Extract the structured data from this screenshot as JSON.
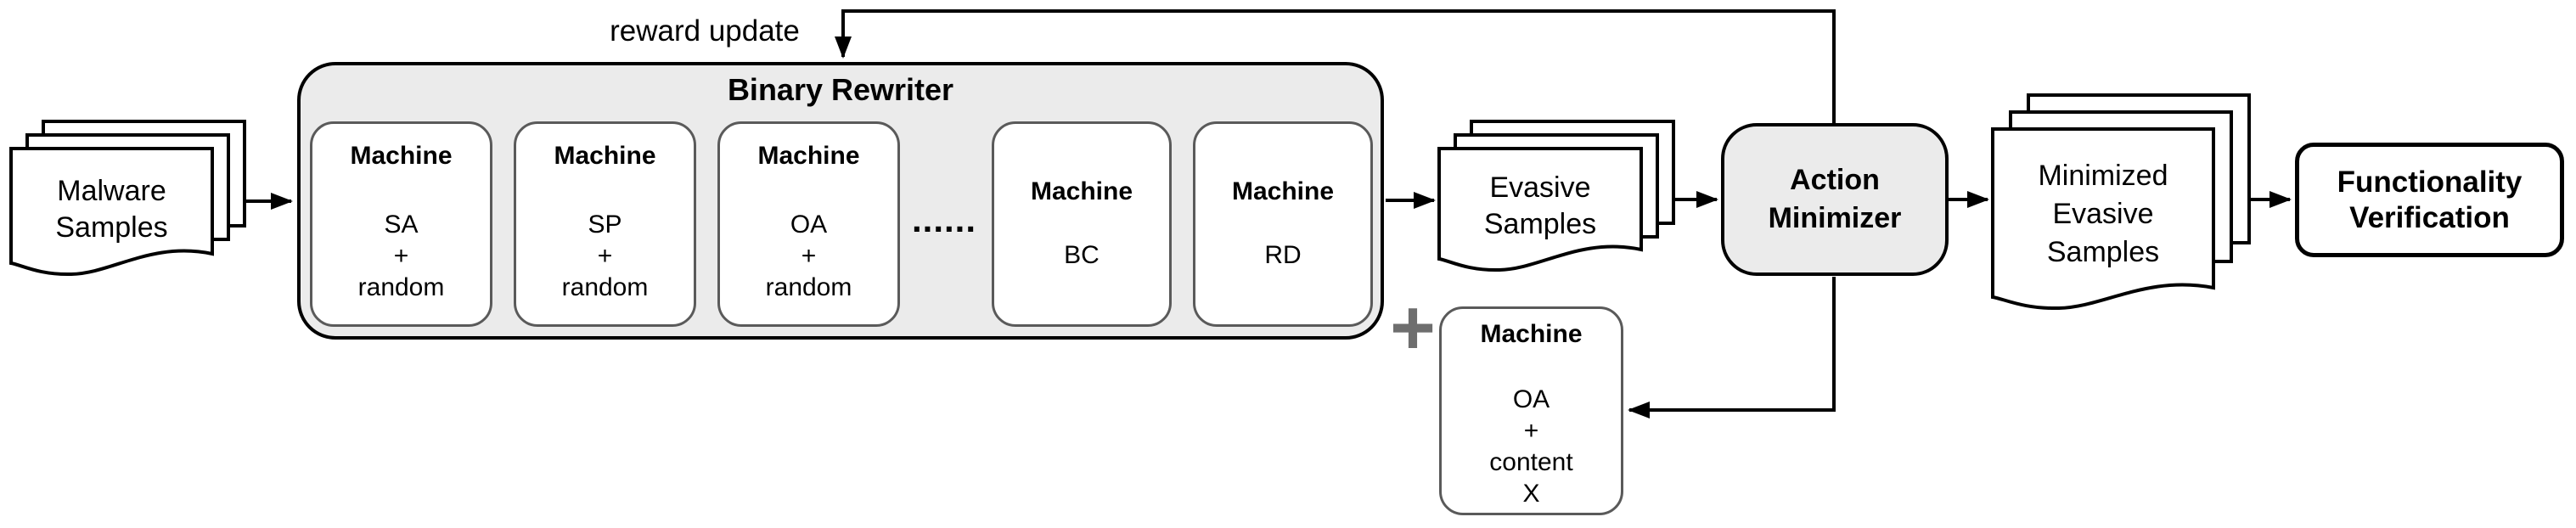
{
  "reward_update_label": "reward update",
  "malware_stack": {
    "lines": [
      "Malware",
      "Samples"
    ]
  },
  "binary_rewriter": {
    "title": "Binary Rewriter",
    "dots": "......",
    "machines": [
      {
        "title": "Machine",
        "lines": [
          "SA",
          "+",
          "random"
        ]
      },
      {
        "title": "Machine",
        "lines": [
          "SP",
          "+",
          "random"
        ]
      },
      {
        "title": "Machine",
        "lines": [
          "OA",
          "+",
          "random"
        ]
      },
      {
        "title": "Machine",
        "lines": [
          "BC"
        ]
      },
      {
        "title": "Machine",
        "lines": [
          "RD"
        ]
      }
    ]
  },
  "evasive_stack": {
    "lines": [
      "Evasive",
      "Samples"
    ]
  },
  "plus_sign": "+",
  "extra_machine": {
    "title": "Machine",
    "lines": [
      "OA",
      "+",
      "content",
      "X"
    ]
  },
  "action_minimizer": {
    "lines": [
      "Action",
      "Minimizer"
    ]
  },
  "minimized_stack": {
    "lines": [
      "Minimized",
      "Evasive",
      "Samples"
    ]
  },
  "functionality_verification": {
    "lines": [
      "Functionality",
      "Verification"
    ]
  },
  "colors": {
    "background": "#ffffff",
    "container_fill": "#ebebeb",
    "minimizer_fill": "#ebebeb",
    "box_fill": "#ffffff",
    "black_border": "#000000",
    "gray_border": "#5a5a5a",
    "plus_gray": "#6e6e6e",
    "text": "#000000"
  }
}
